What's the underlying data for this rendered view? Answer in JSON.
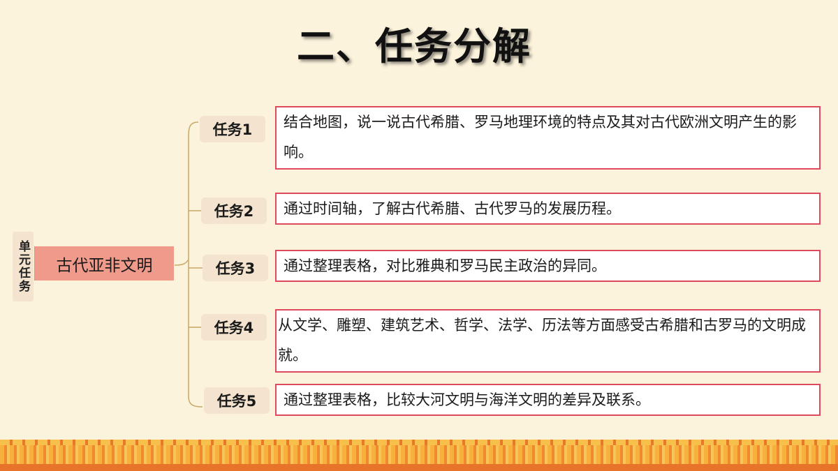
{
  "title": "二、任务分解",
  "unit_tag": [
    "单",
    "元",
    "任",
    "务"
  ],
  "center": "古代亚非文明",
  "tasks": [
    {
      "label": "任务1",
      "text": "结合地图，说一说古代希腊、罗马地理环境的特点及其对古代欧洲文明产生的影响。"
    },
    {
      "label": "任务2",
      "text": "通过时间轴，了解古代希腊、古代罗马的发展历程。"
    },
    {
      "label": "任务3",
      "text": "通过整理表格，对比雅典和罗马民主政治的异同。"
    },
    {
      "label": "任务4",
      "text": "从文学、雕塑、建筑艺术、哲学、法学、历法等方面感受古希腊和古罗马的文明成就。"
    },
    {
      "label": "任务5",
      "text": "通过整理表格，比较大河文明与海洋文明的差异及联系。"
    }
  ],
  "colors": {
    "background": "#fcf3dc",
    "center_fill": "#f09a8c",
    "box_border": "#e0485c",
    "label_fill": "#f3e3cf"
  }
}
